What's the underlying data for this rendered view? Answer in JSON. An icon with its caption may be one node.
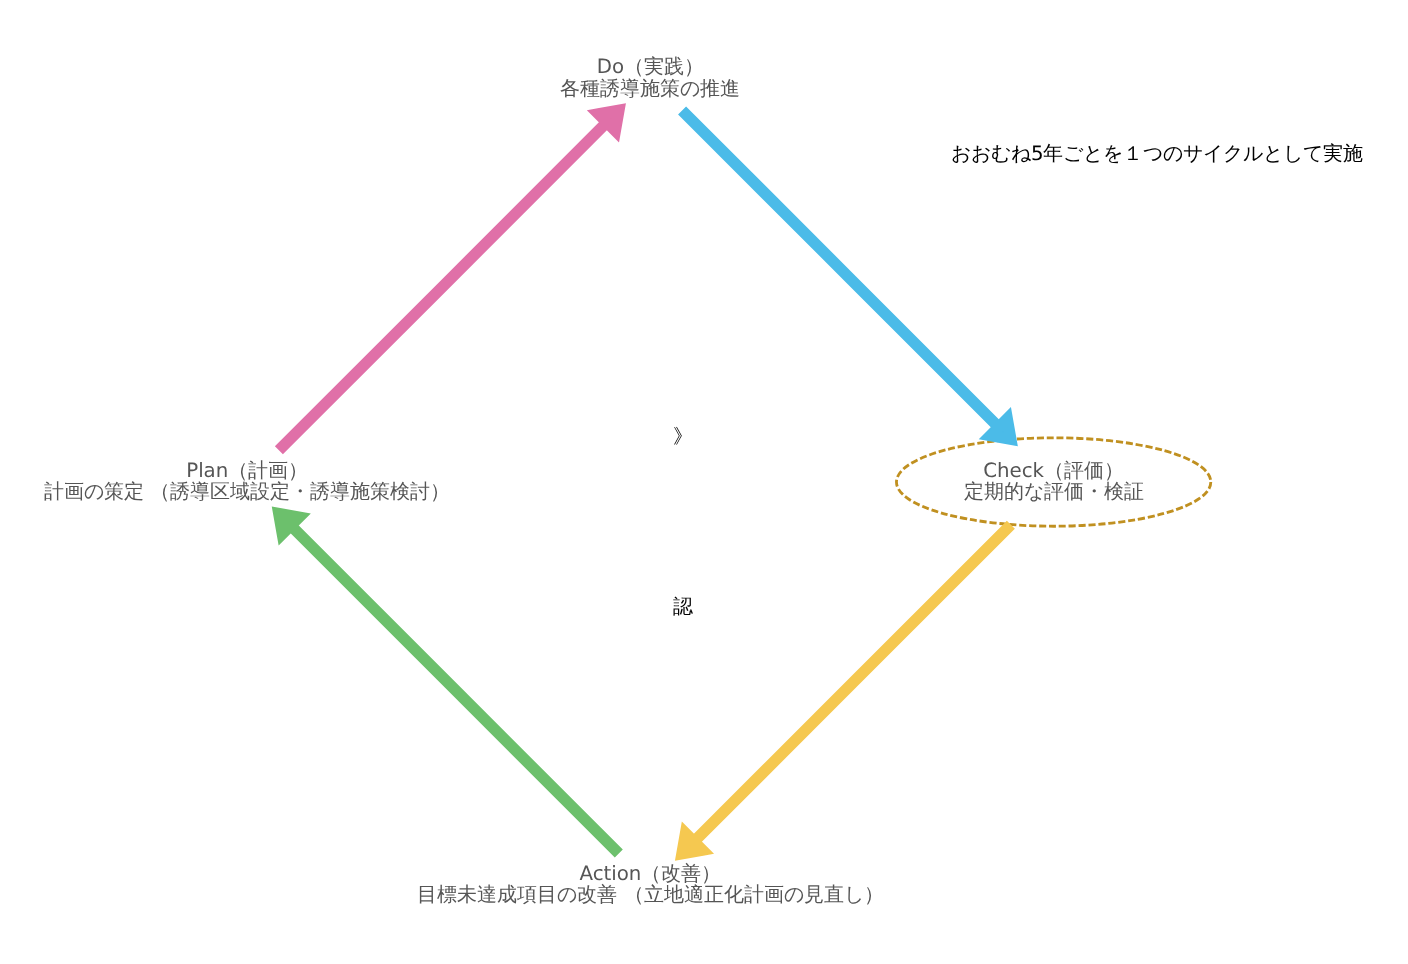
{
  "diagram": {
    "nodes": [
      {
        "text": [
          "Action（改善）",
          "目標未達成項目の改善 （立地適正化計画の見直し）"
        ]
      },
      {
        "text": [
          "Plan（計画）",
          "計画の策定 （誘導区域設定・誘導施策検討）"
        ]
      },
      {
        "text": [
          "Do（実践）",
          "各種誘導施策の推進"
        ]
      },
      {
        "text": [
          "Check（評価）",
          "定期的な評価・検証"
        ]
      }
    ],
    "edges": [
      {
        "from": 0,
        "to": 1,
        "arrow": "to",
        "color": "#6cc06c"
      },
      {
        "from": 1,
        "to": 2,
        "arrow": "to",
        "color": "#e070a8"
      },
      {
        "from": 2,
        "to": 3,
        "arrow": "to",
        "color": "#4bbbe8"
      },
      {
        "from": 3,
        "to": 0,
        "arrow": "to",
        "color": "#f5c850"
      }
    ],
    "labels": [
      "》",
      "認",
      "おおむね5年ごとを１つのサイクルとして実施"
    ]
  }
}
